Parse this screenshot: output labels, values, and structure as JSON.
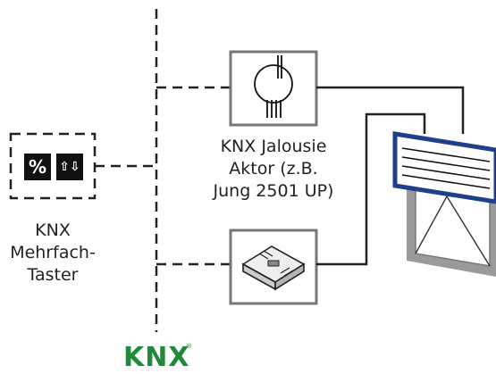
{
  "switch": {
    "key_percent": "%",
    "key_arrows": "⇧⇩",
    "label_lines": [
      "KNX",
      "Mehrfach-",
      "Taster"
    ]
  },
  "actuator": {
    "label_lines": [
      "KNX Jalousie",
      "Aktor (z.B.",
      "Jung 2501 UP)"
    ]
  },
  "logo": {
    "text": "KNX",
    "registered_mark": "®",
    "color": "#1f8a3a"
  },
  "colors": {
    "bus_line": "#222222",
    "device_frame": "#777777",
    "blind_blue": "#1f3f8a",
    "window_grey": "#9a9a9a"
  },
  "icons": {
    "motor": "motor-icon",
    "interface_module": "interface-module-icon",
    "window_blind": "window-blind-icon"
  }
}
